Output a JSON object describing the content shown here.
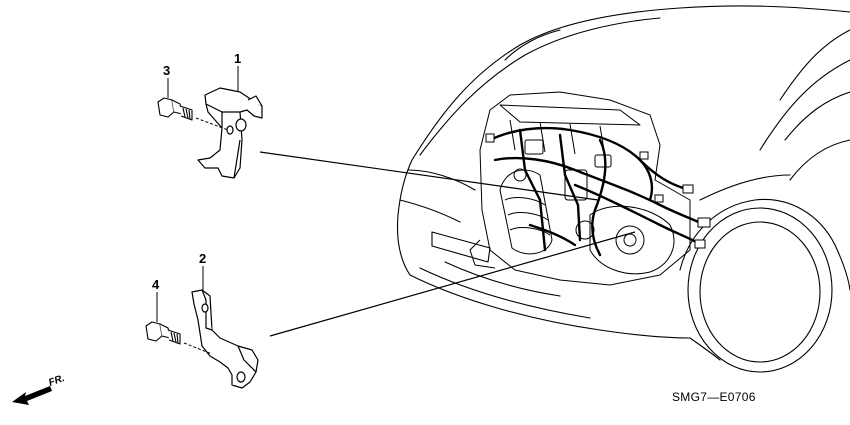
{
  "callouts": {
    "part_1": "1",
    "part_2": "2",
    "part_3": "3",
    "part_4": "4"
  },
  "direction_label": "FR.",
  "diagram_code": "SMG7—E0706"
}
